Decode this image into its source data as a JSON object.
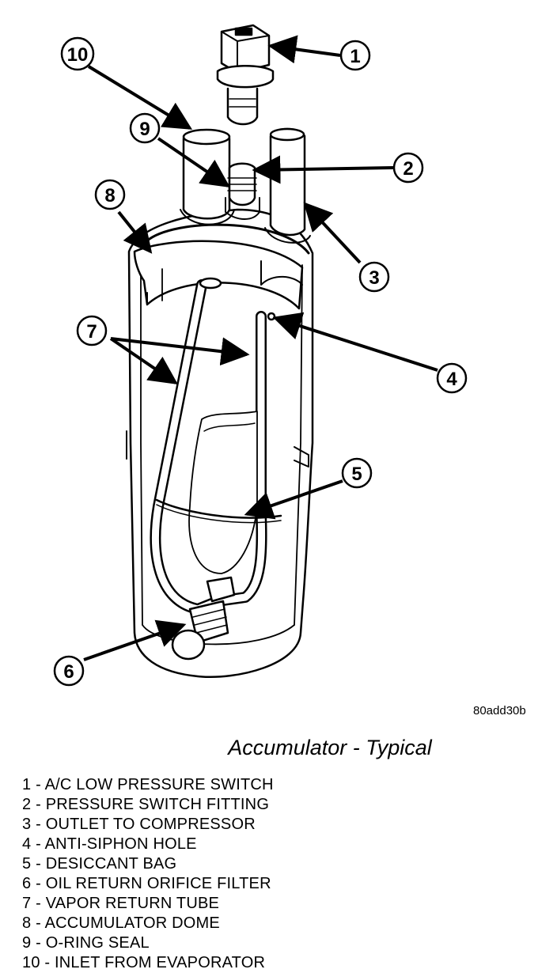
{
  "figure_code": "80add30b",
  "caption": "Accumulator - Typical",
  "callouts": [
    "1",
    "2",
    "3",
    "4",
    "5",
    "6",
    "7",
    "8",
    "9",
    "10"
  ],
  "legend": [
    "1 - A/C LOW PRESSURE SWITCH",
    "2 - PRESSURE SWITCH FITTING",
    "3 - OUTLET TO COMPRESSOR",
    "4 - ANTI-SIPHON HOLE",
    "5 - DESICCANT BAG",
    "6 - OIL RETURN ORIFICE FILTER",
    "7 - VAPOR RETURN TUBE",
    "8 - ACCUMULATOR DOME",
    "9 - O-RING SEAL",
    "10 - INLET FROM EVAPORATOR"
  ]
}
